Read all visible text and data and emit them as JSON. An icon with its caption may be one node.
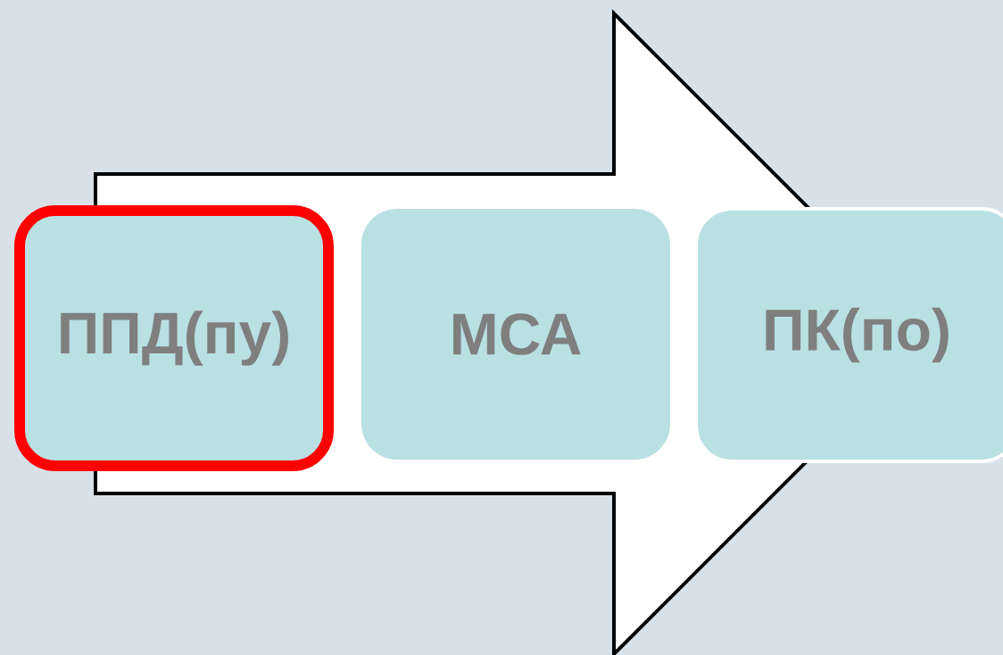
{
  "diagram": {
    "nodes": [
      {
        "text": [
          "ППД(пу)"
        ]
      },
      {
        "text": [
          "МСА"
        ]
      },
      {
        "text": [
          "ПК(по)"
        ]
      }
    ],
    "edges": [
      {
        "from": 0,
        "to": 2,
        "arrow": "to",
        "style": "thick"
      }
    ]
  }
}
